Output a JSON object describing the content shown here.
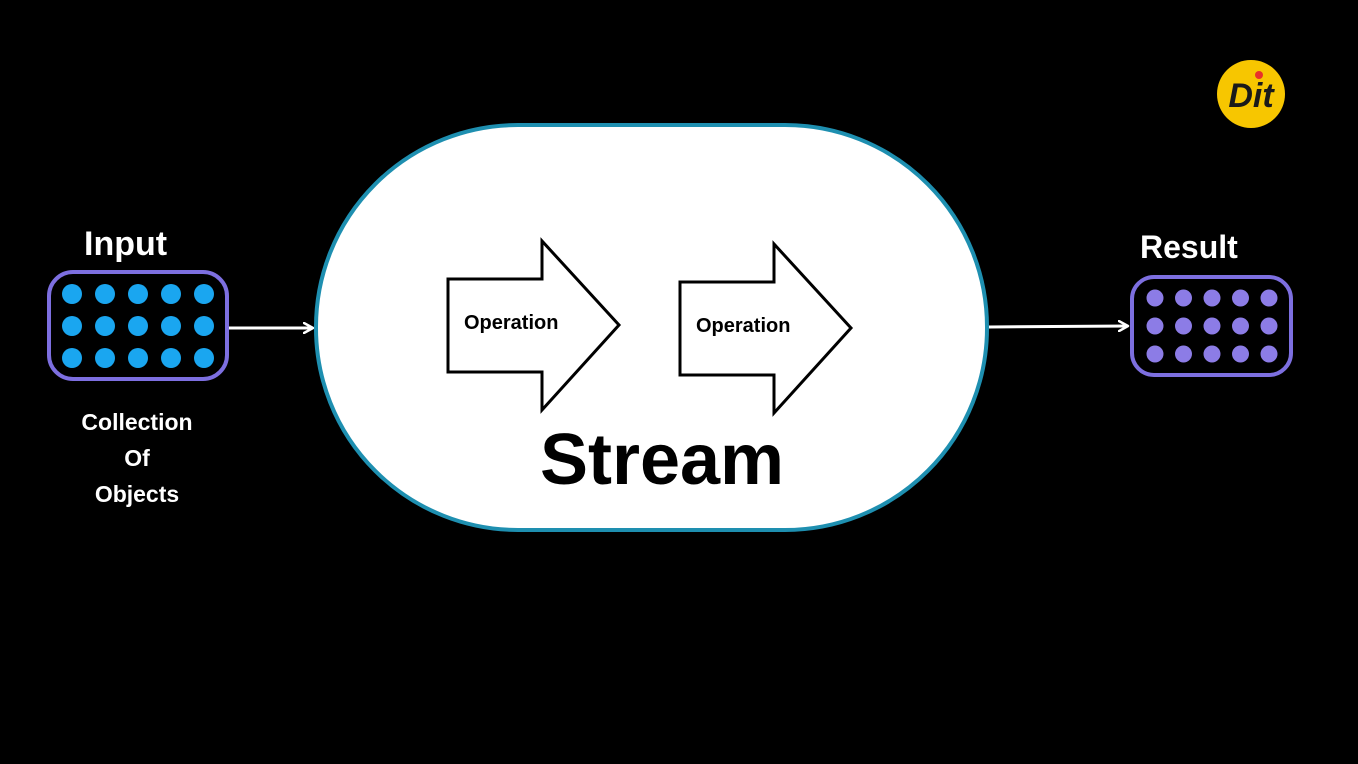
{
  "input": {
    "label": "Input",
    "caption": [
      "Collection",
      "Of",
      "Objects"
    ]
  },
  "stream": {
    "label": "Stream",
    "operations": [
      "Operation",
      "Operation"
    ]
  },
  "result": {
    "label": "Result"
  },
  "logo": {
    "text": "Dit"
  },
  "colors": {
    "background": "#000000",
    "input_dots": "#1aa6f0",
    "result_dots": "#8c7ce6",
    "collection_border": "#7d6fe0",
    "stream_border": "#1e8fb0",
    "logo_yellow": "#f7c600",
    "logo_red_dot": "#e8312a"
  }
}
